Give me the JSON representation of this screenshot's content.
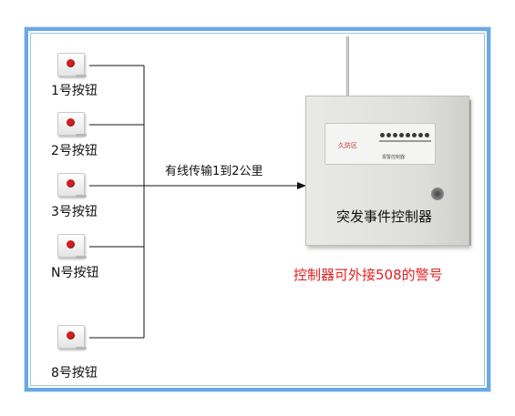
{
  "buttons": [
    {
      "label": "1号按钮"
    },
    {
      "label": "2号按钮"
    },
    {
      "label": "3号按钮"
    },
    {
      "label": "N号按钮"
    },
    {
      "label": "8号按钮"
    }
  ],
  "connection": {
    "label": "有线传输1到2公里"
  },
  "controller": {
    "caption": "突发事件控制器",
    "brand": "久防区",
    "panel_subtitle": "报警控制器",
    "led_count": 8
  },
  "note": {
    "text": "控制器可外接508的警号"
  },
  "colors": {
    "frame": "#6aa8e6",
    "note": "#e02020",
    "button_dot": "#d21f1f",
    "wire": "#111111"
  }
}
